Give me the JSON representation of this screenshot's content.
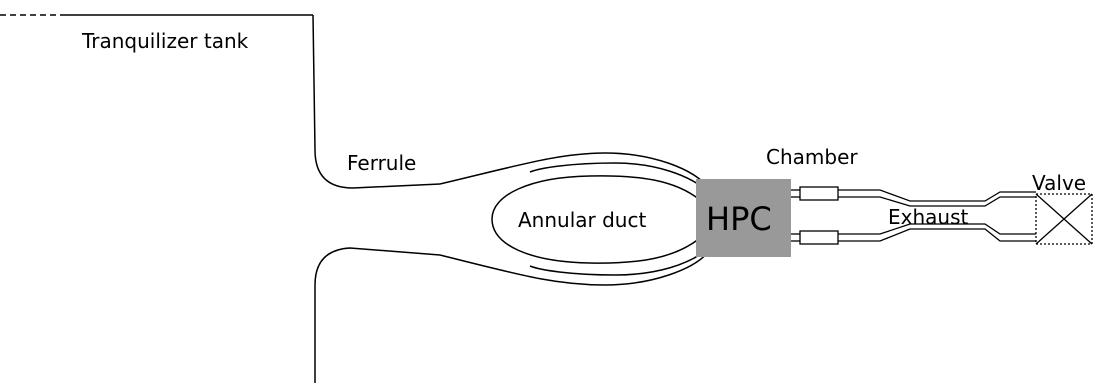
{
  "diagram": {
    "labels": {
      "tank": "Tranquilizer tank",
      "ferrule": "Ferrule",
      "duct": "Annular duct",
      "hpc": "HPC",
      "chamber": "Chamber",
      "exhaust": "Exhaust",
      "valve": "Valve"
    },
    "colors": {
      "stroke": "#000000",
      "hpc_fill": "#999999",
      "text": "#000000"
    }
  }
}
